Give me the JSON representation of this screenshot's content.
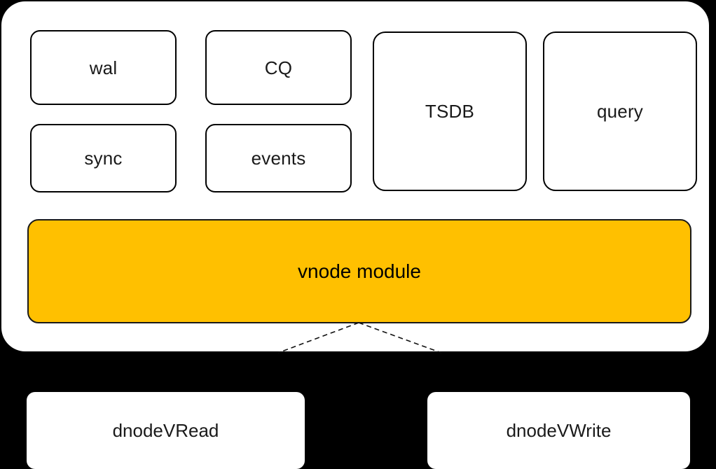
{
  "diagram": {
    "title": "vnode module architecture",
    "colors": {
      "background": "#000000",
      "panel": "#ffffff",
      "accent": "#ffc000",
      "outline": "#000000",
      "text": "#1a1a1a"
    },
    "container": {
      "name": "vnode container panel"
    },
    "modules": [
      {
        "id": "wal",
        "label": "wal"
      },
      {
        "id": "cq",
        "label": "CQ"
      },
      {
        "id": "tsdb",
        "label": "TSDB"
      },
      {
        "id": "query",
        "label": "query"
      },
      {
        "id": "sync",
        "label": "sync"
      },
      {
        "id": "events",
        "label": "events"
      }
    ],
    "highlighted_bar": {
      "id": "vnode-module",
      "label": "vnode module",
      "fill": "#ffc000"
    },
    "consumers": [
      {
        "id": "dnodevread",
        "label": "dnodeVRead"
      },
      {
        "id": "dnodevwrite",
        "label": "dnodeVWrite"
      }
    ],
    "connectors": [
      {
        "from": "vnode module",
        "to": "dnodeVRead",
        "style": "dashed"
      },
      {
        "from": "vnode module",
        "to": "dnodeVWrite",
        "style": "dashed"
      }
    ]
  }
}
